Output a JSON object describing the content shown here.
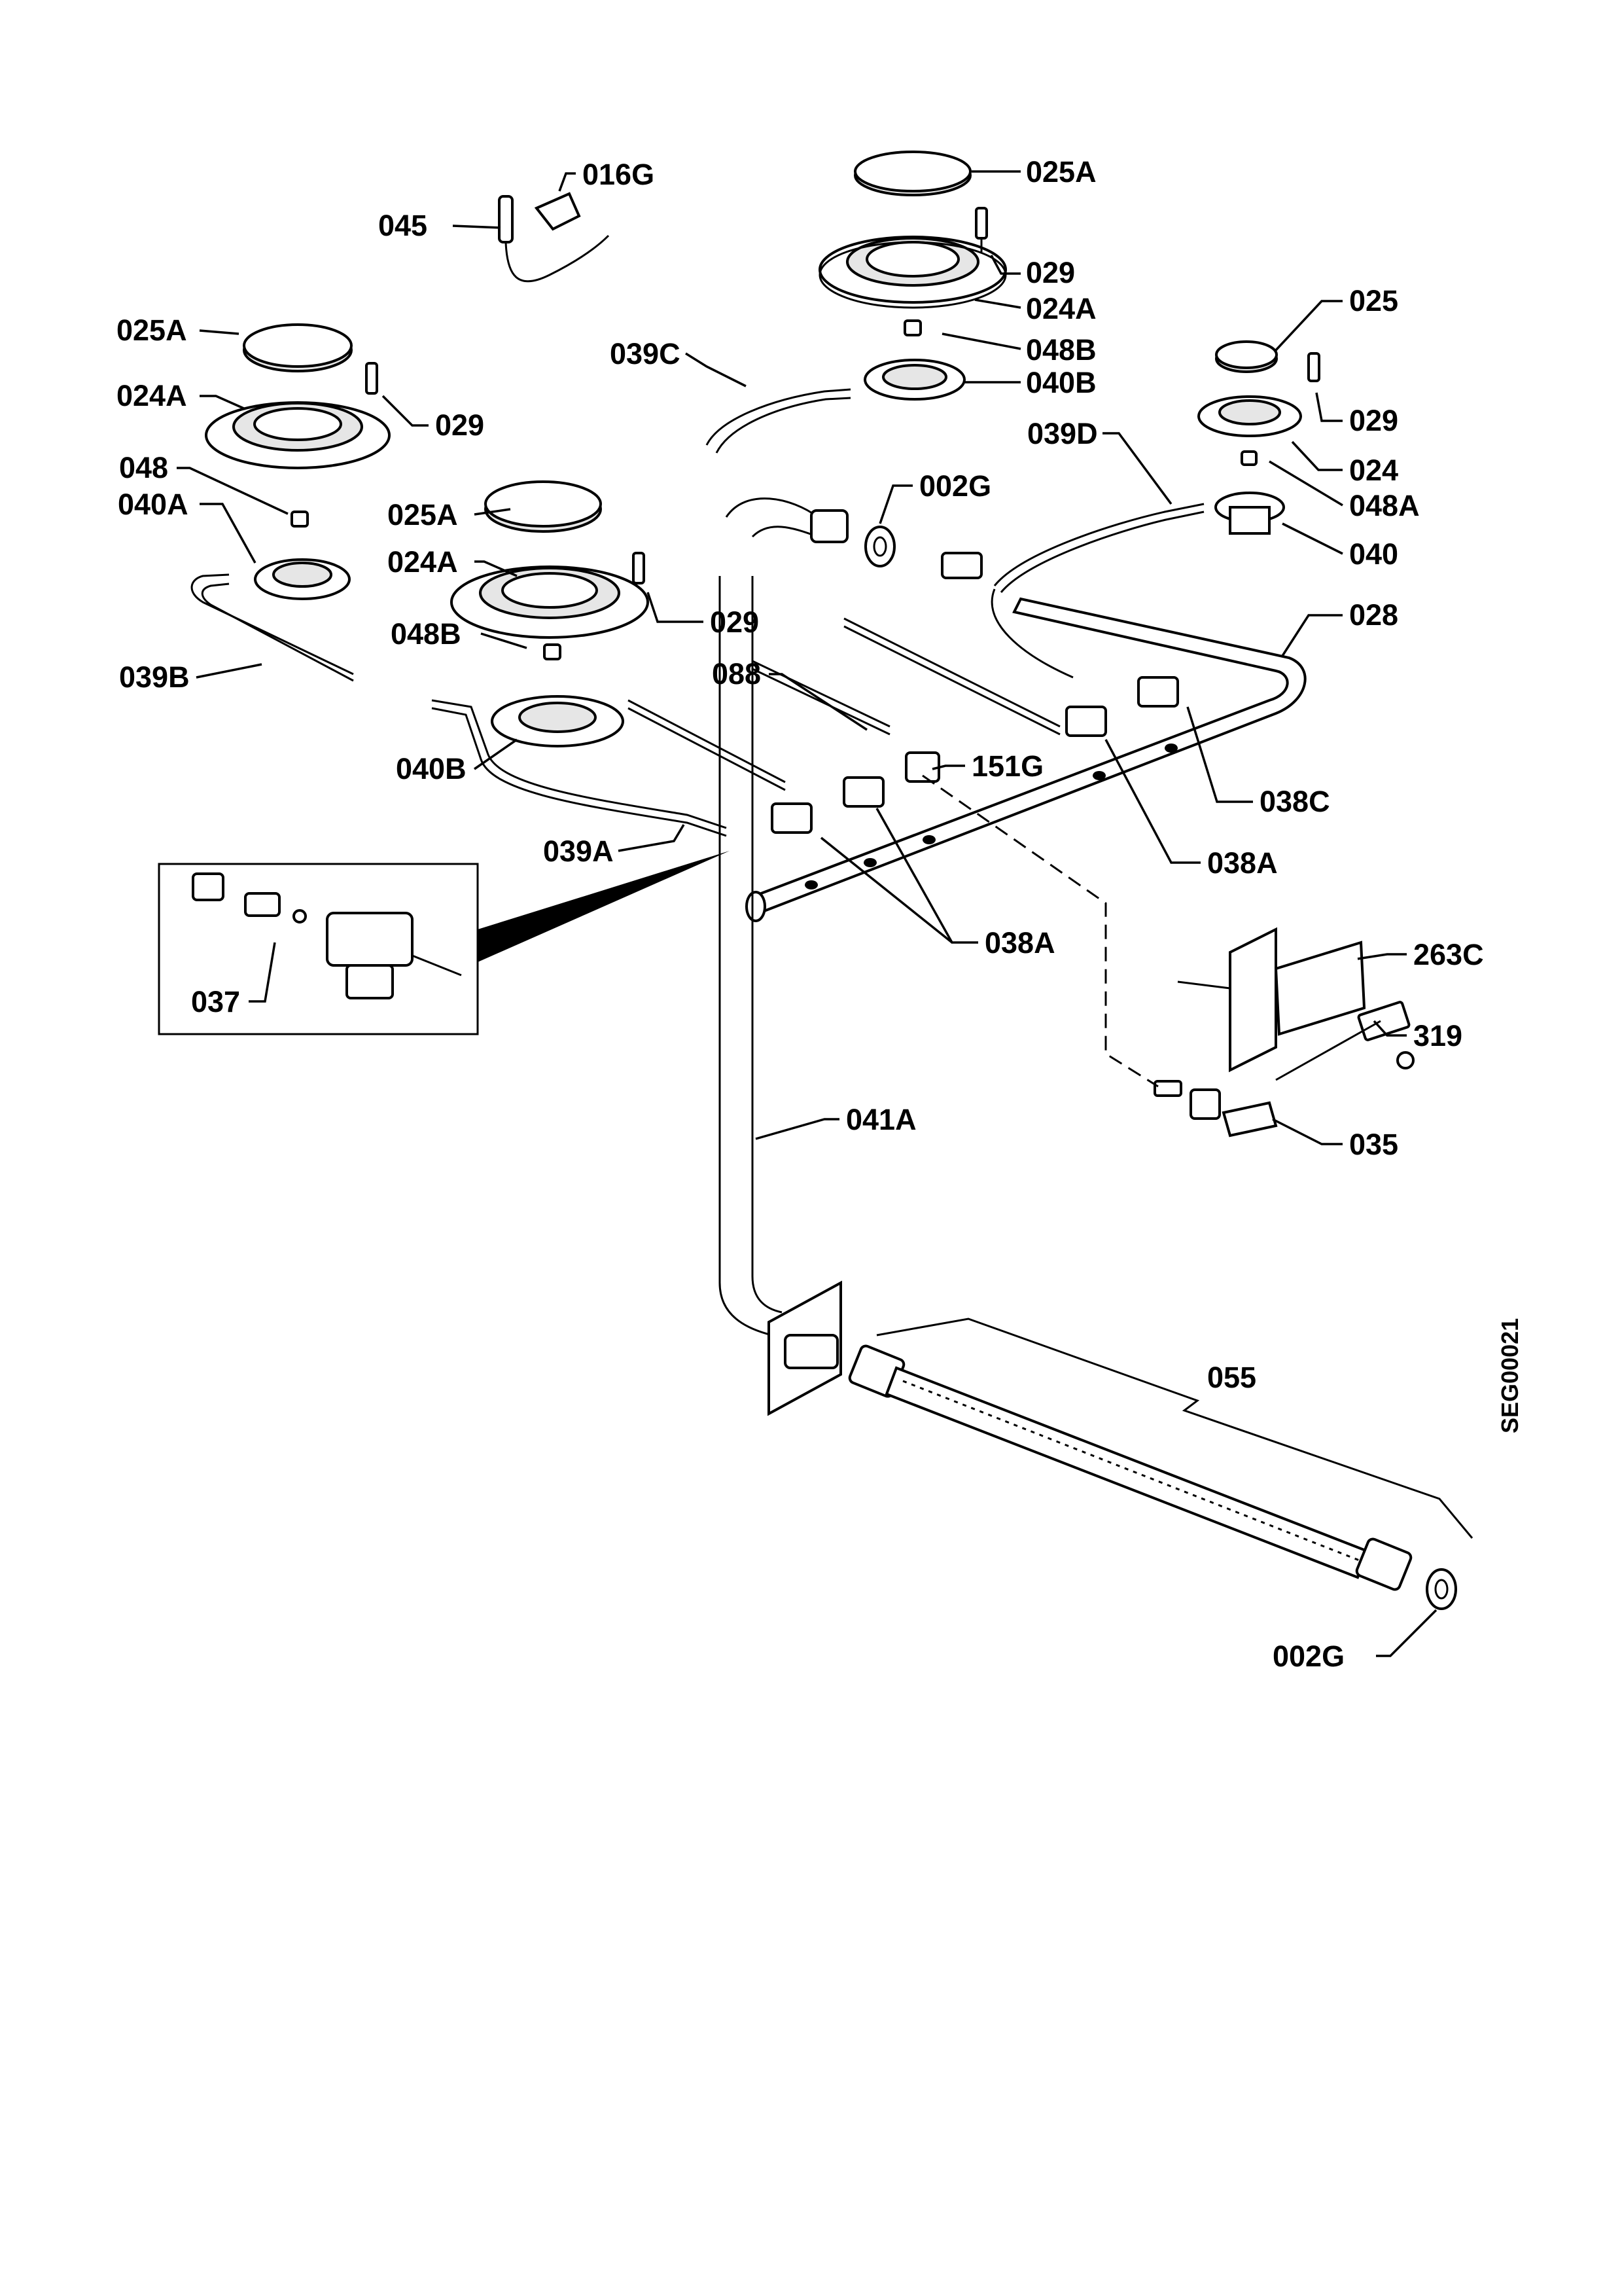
{
  "diagram": {
    "document_code": "SEG00021",
    "labels": {
      "p016G": "016G",
      "p045": "045",
      "p025A_top": "025A",
      "p029_top": "029",
      "p024A_top": "024A",
      "p048B_top": "048B",
      "p040B_top": "040B",
      "p039C": "039C",
      "p025": "025",
      "p029_right": "029",
      "p024": "024",
      "p048A": "048A",
      "p040": "040",
      "p039D": "039D",
      "p002G_top": "002G",
      "p025A_left": "025A",
      "p024A_left": "024A",
      "p029_left": "029",
      "p048": "048",
      "p040A": "040A",
      "p039B": "039B",
      "p025A_mid": "025A",
      "p024A_mid": "024A",
      "p029_mid": "029",
      "p048B_mid": "048B",
      "p040B_mid": "040B",
      "p039A": "039A",
      "p088": "088",
      "p151G": "151G",
      "p028": "028",
      "p038C": "038C",
      "p038A_right": "038A",
      "p038A_mid": "038A",
      "p037": "037",
      "p263C": "263C",
      "p319": "319",
      "p035": "035",
      "p041A": "041A",
      "p055": "055",
      "p002G_bottom": "002G"
    }
  }
}
